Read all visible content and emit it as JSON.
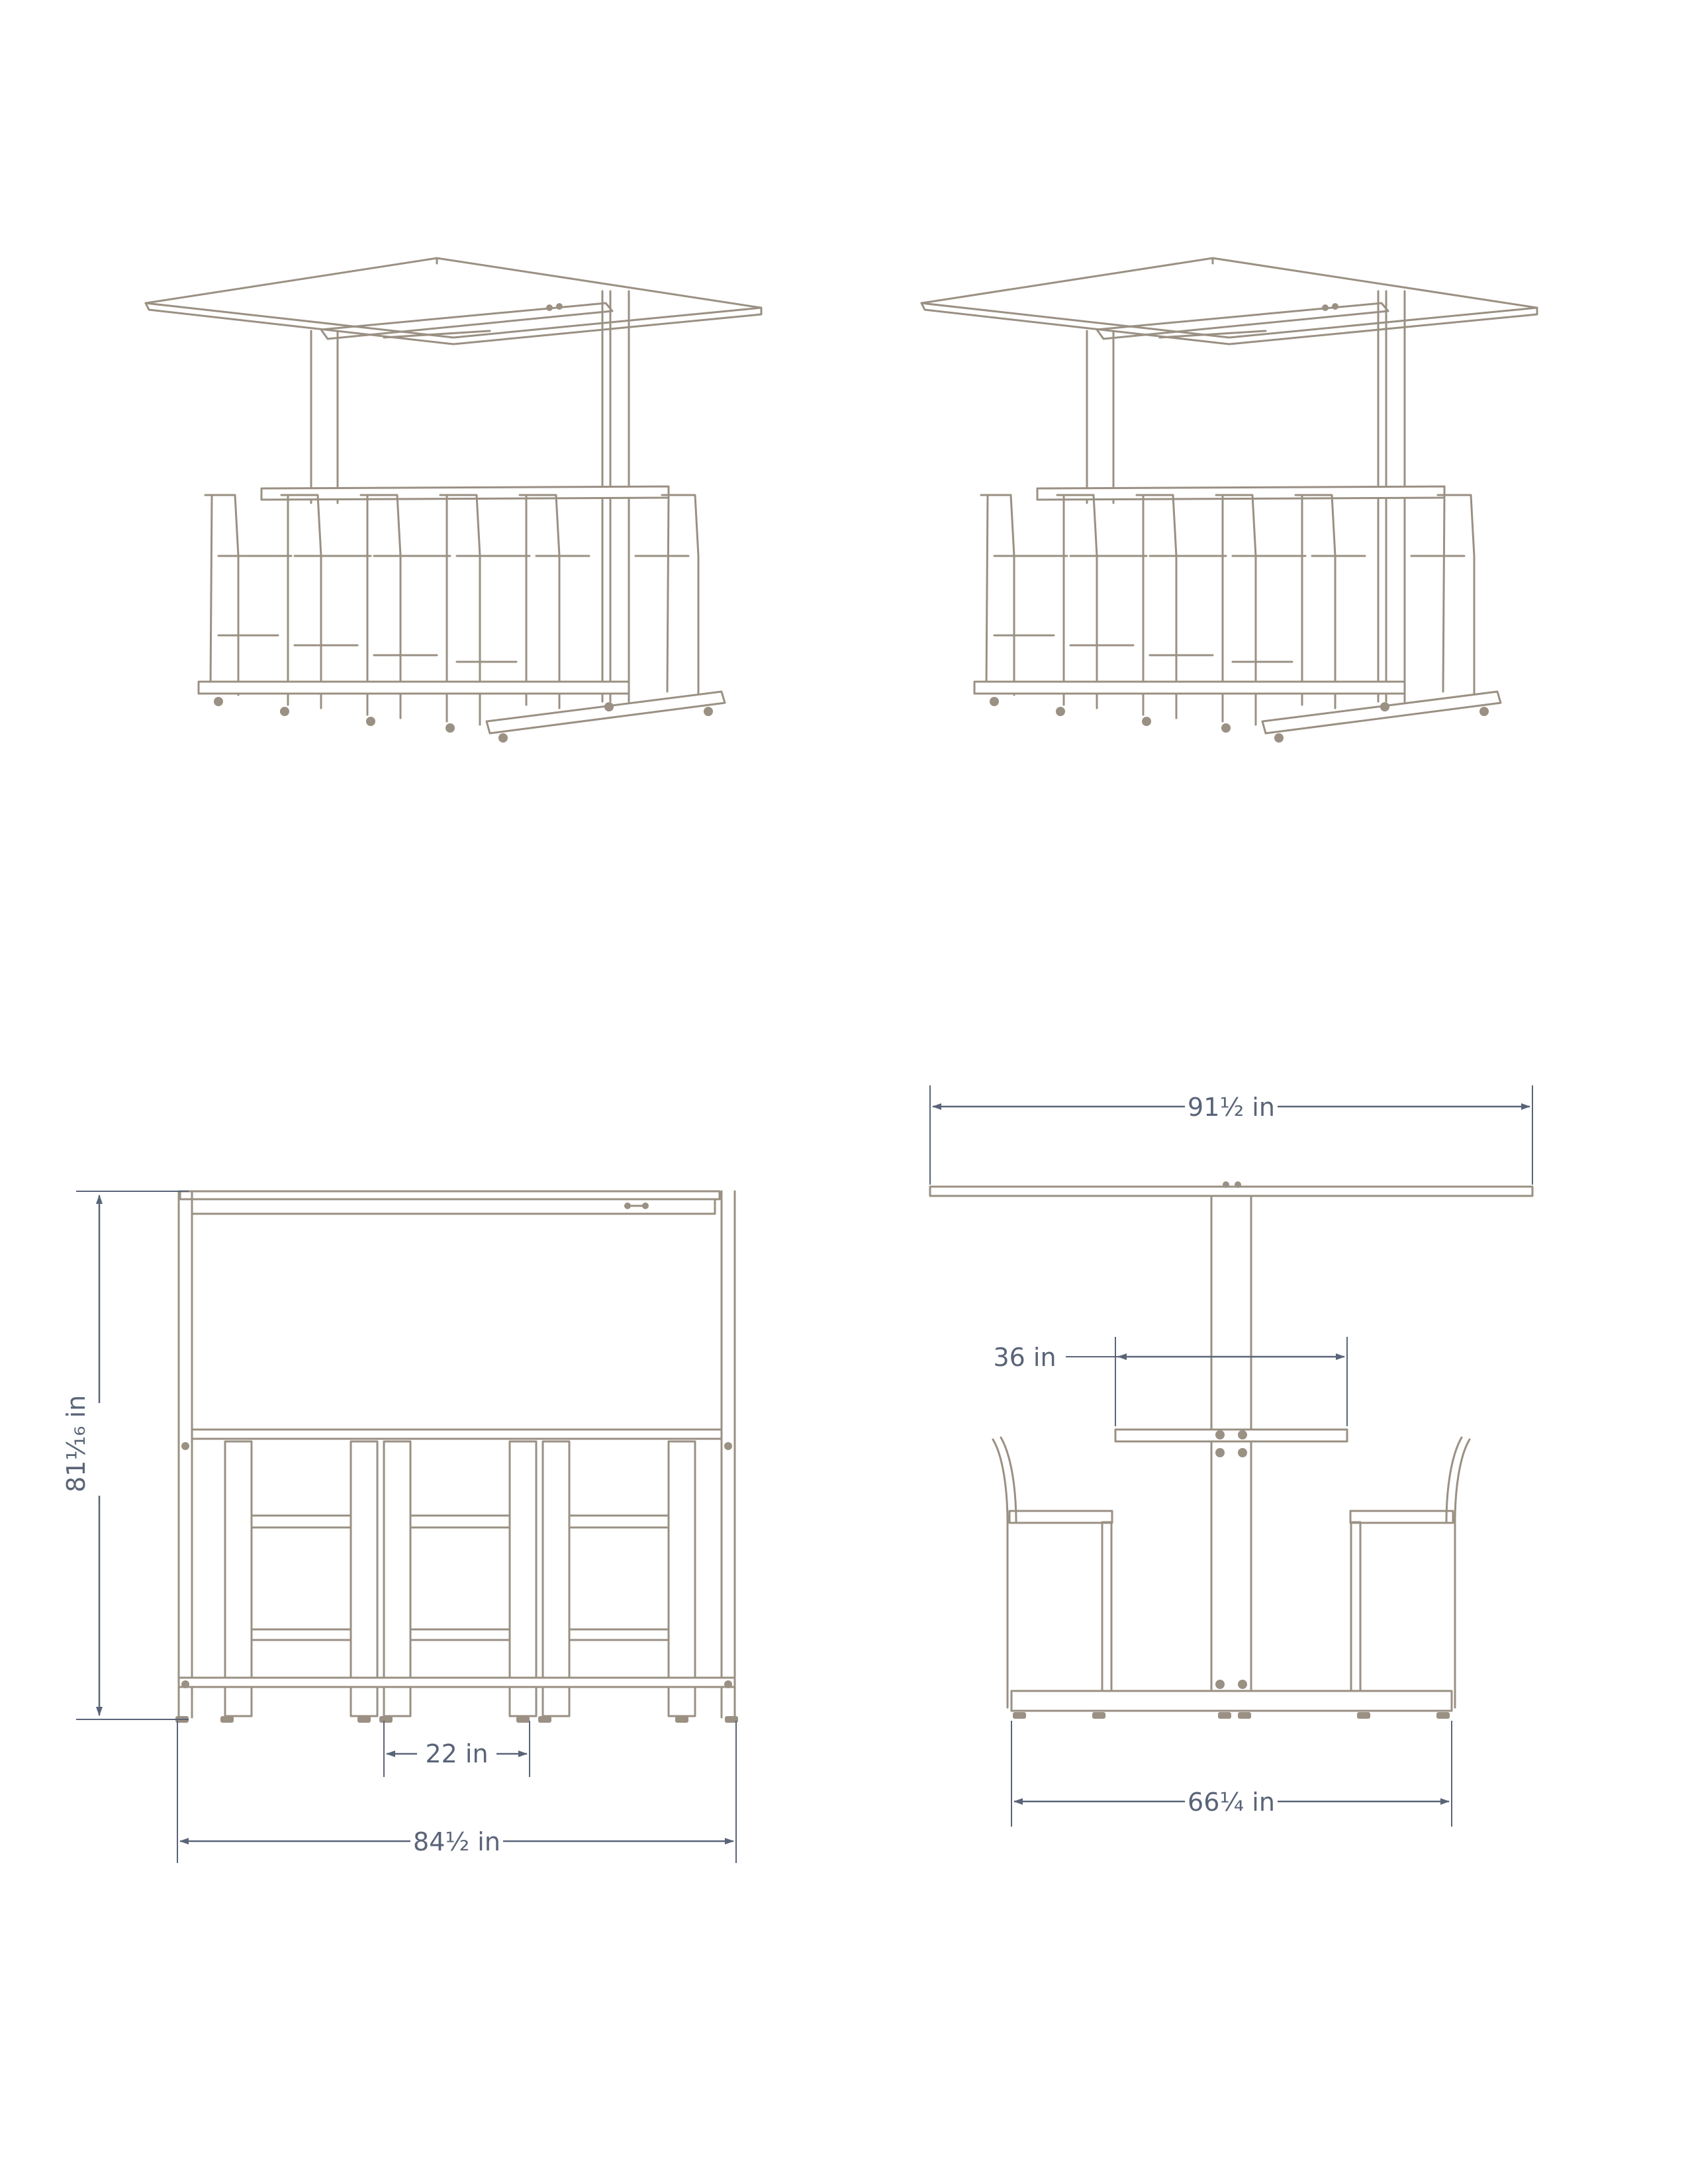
{
  "dimensions": {
    "overall_width": "84½ in",
    "seat_width": "22 in",
    "overall_height": "81¹⁄₁₆ in",
    "canopy_depth": "91½ in",
    "table_depth": "36 in",
    "base_depth": "66¼ in"
  },
  "colors": {
    "furniture_line": "#9a9083",
    "dimension_line": "#5a6478",
    "background": "#ffffff"
  }
}
